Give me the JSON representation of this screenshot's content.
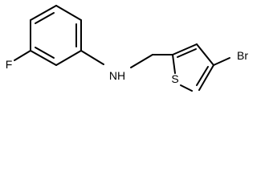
{
  "molecule": {
    "atoms": {
      "fluorine": "F",
      "amine": "NH",
      "sulfur": "S",
      "bromine": "Br"
    }
  }
}
